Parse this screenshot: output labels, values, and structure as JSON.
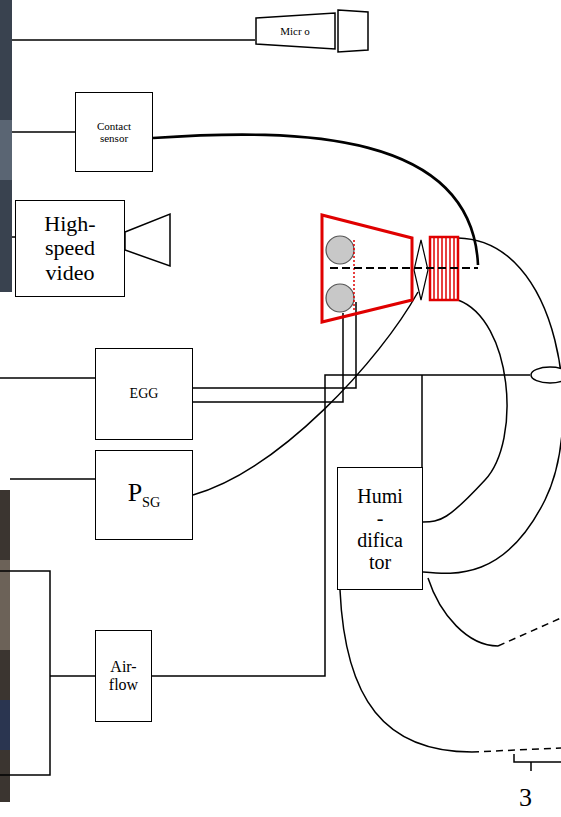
{
  "diagram": {
    "nodes": [
      {
        "text": [
          "Micr o"
        ]
      },
      {
        "text": [
          "Contact sensor"
        ]
      },
      {
        "text": [
          "High- speed video"
        ]
      },
      {
        "text": [
          "EGG"
        ]
      },
      {
        "text": [
          "P",
          "SG"
        ]
      },
      {
        "text": [
          "Humi - difica tor"
        ]
      },
      {
        "text": [
          "Air- flow"
        ]
      }
    ],
    "labels": [
      "3"
    ]
  }
}
